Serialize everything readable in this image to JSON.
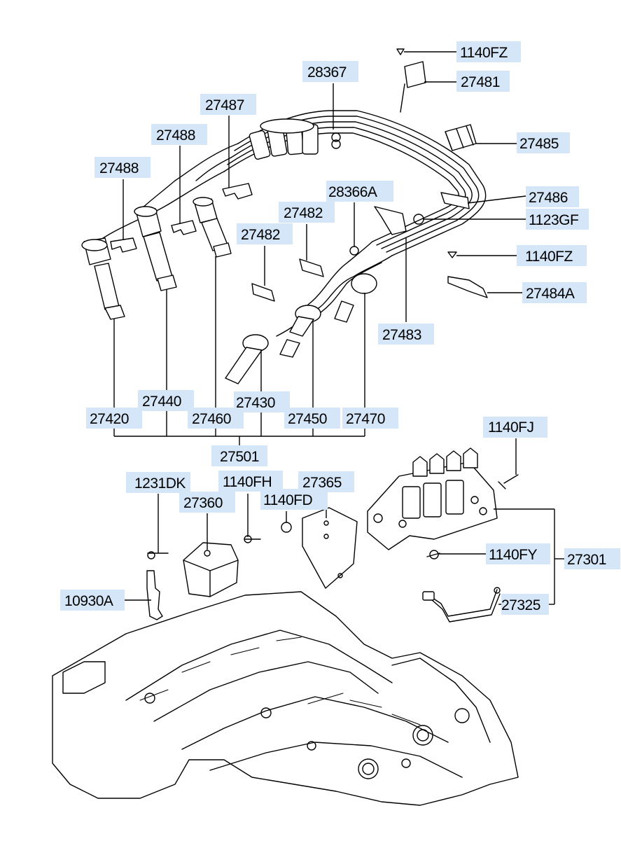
{
  "diagram": {
    "parts": {
      "p1140FZ_top": "1140FZ",
      "p27481": "27481",
      "p28367": "28367",
      "p27487": "27487",
      "p27488_a": "27488",
      "p27488_b": "27488",
      "p27485": "27485",
      "p28366A": "28366A",
      "p27486": "27486",
      "p27482_a": "27482",
      "p27482_b": "27482",
      "p1123GF": "1123GF",
      "p1140FZ_mid": "1140FZ",
      "p27484A": "27484A",
      "p27483": "27483",
      "p27440": "27440",
      "p27430": "27430",
      "p27420": "27420",
      "p27460": "27460",
      "p27450": "27450",
      "p27470": "27470",
      "p27501": "27501",
      "p1140FJ": "1140FJ",
      "p1231DK": "1231DK",
      "p1140FH": "1140FH",
      "p27365": "27365",
      "p27360": "27360",
      "p1140FD": "1140FD",
      "p1140FY": "1140FY",
      "p27301": "27301",
      "p10930A": "10930A",
      "p27325": "27325"
    }
  }
}
